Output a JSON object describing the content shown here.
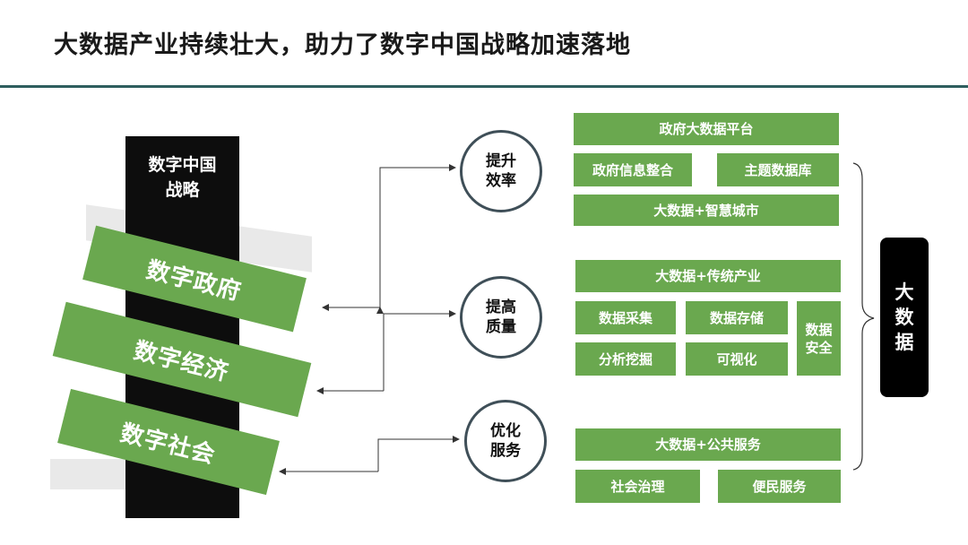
{
  "title": "大数据产业持续壮大，助力了数字中国战略加速落地",
  "pillar": {
    "label_line1": "数字中国",
    "label_line2": "战略"
  },
  "ribbons": [
    "数字政府",
    "数字经济",
    "数字社会"
  ],
  "circles": [
    {
      "line1": "提升",
      "line2": "效率"
    },
    {
      "line1": "提高",
      "line2": "质量"
    },
    {
      "line1": "优化",
      "line2": "服务"
    }
  ],
  "groups": {
    "efficiency": {
      "header": "政府大数据平台",
      "items": [
        "政府信息整合",
        "主题数据库"
      ],
      "footer": "大数据+智慧城市"
    },
    "quality": {
      "header": "大数据+传统产业",
      "items": [
        "数据采集",
        "数据存储",
        "分析挖掘",
        "可视化"
      ],
      "side_line1": "数据",
      "side_line2": "安全"
    },
    "service": {
      "header": "大数据+公共服务",
      "items": [
        "社会治理",
        "便民服务"
      ]
    }
  },
  "big_label": {
    "line1": "大",
    "line2": "数",
    "line3": "据"
  },
  "colors": {
    "green": "#6aa84f",
    "pillar": "#0d0d0d",
    "rule": "#2e5e5e",
    "ribbon_back": "#e9e9e9"
  }
}
